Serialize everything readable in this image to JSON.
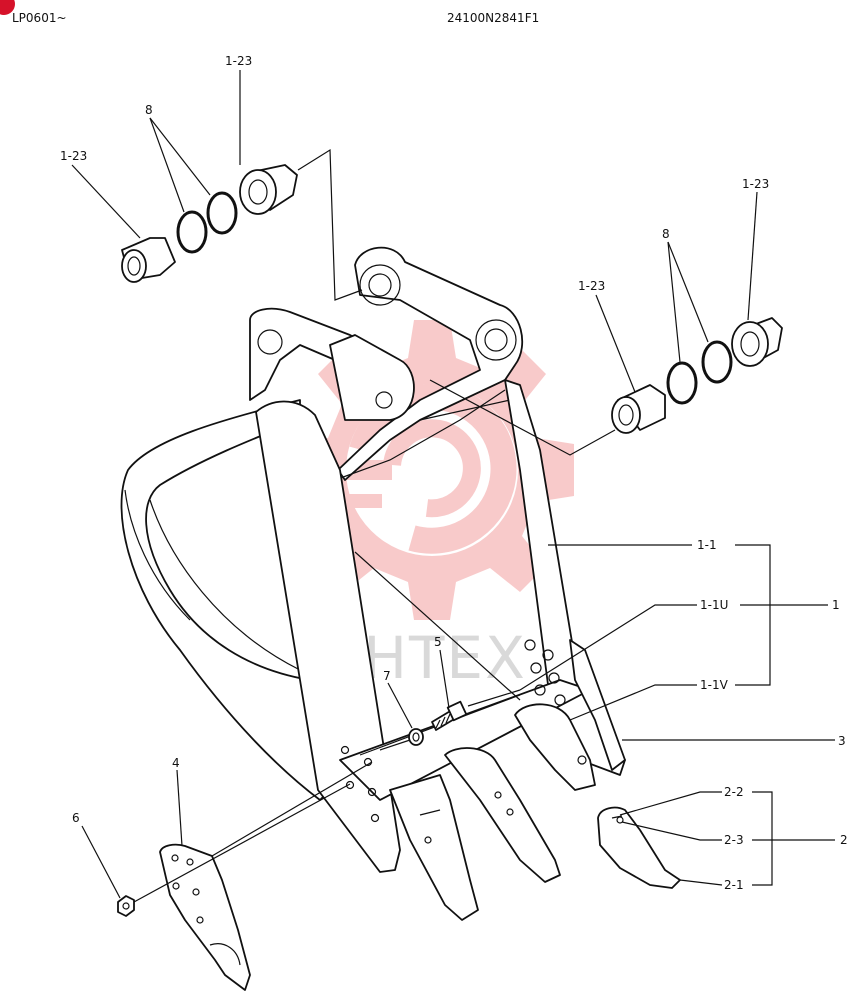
{
  "header": {
    "serial_range": "LP0601~",
    "drawing_number": "24100N2841F1"
  },
  "watermark": {
    "text": "ИНТЕХ",
    "logo_color": "#f3a0a0"
  },
  "callouts": {
    "c_1_23_a": "1-23",
    "c_1_23_b": "1-23",
    "c_1_23_c": "1-23",
    "c_1_23_d": "1-23",
    "c_8_a": "8",
    "c_8_b": "8",
    "c_1_1": "1-1",
    "c_1_1u": "1-1U",
    "c_1": "1",
    "c_1_1v": "1-1V",
    "c_3": "3",
    "c_5": "5",
    "c_7": "7",
    "c_4": "4",
    "c_6": "6",
    "c_2_2": "2-2",
    "c_2_3": "2-3",
    "c_2": "2",
    "c_2_1": "2-1"
  }
}
